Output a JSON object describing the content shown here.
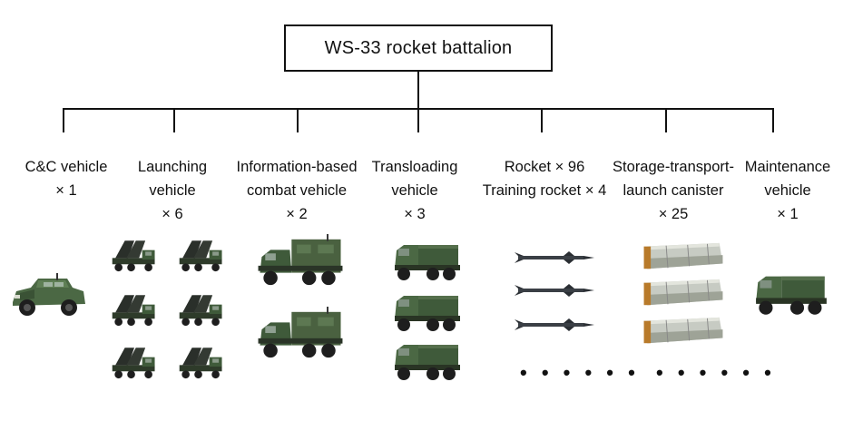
{
  "root": {
    "label": "WS-33 rocket battalion"
  },
  "units": [
    {
      "id": "cc",
      "lines": [
        "C&C vehicle",
        "× 1"
      ]
    },
    {
      "id": "launching",
      "lines": [
        "Launching",
        "vehicle",
        "× 6"
      ]
    },
    {
      "id": "info",
      "lines": [
        "Information-based",
        "combat vehicle",
        "× 2"
      ]
    },
    {
      "id": "transload",
      "lines": [
        "Transloading",
        "vehicle",
        "× 3"
      ]
    },
    {
      "id": "rocket",
      "lines": [
        "Rocket × 96",
        "Training rocket × 4"
      ]
    },
    {
      "id": "canister",
      "lines": [
        "Storage-transport-",
        "launch canister",
        "× 25"
      ]
    },
    {
      "id": "maint",
      "lines": [
        "Maintenance",
        "vehicle",
        "× 1"
      ]
    }
  ],
  "ellipsis": "• • • • • •",
  "colors": {
    "line": "#111111",
    "vehicle_green": "#3f5a3a",
    "vehicle_dark": "#2e3f2b",
    "wheel": "#1e1e1e",
    "missile": "#3a3f45",
    "canister": "#c7cbc3"
  },
  "icons": {
    "cc": "humvee-icon",
    "launching": "launcher-vehicle-icon",
    "info": "command-truck-icon",
    "transload": "transloader-truck-icon",
    "rocket": "rocket-icon",
    "canister": "canister-icon",
    "maint": "maintenance-truck-icon"
  }
}
